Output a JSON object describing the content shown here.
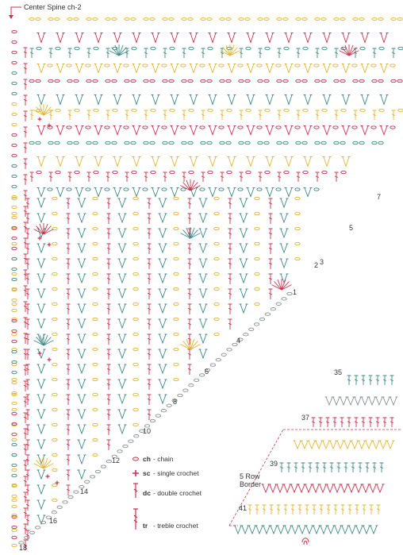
{
  "header": {
    "label": "Center Spine ch-2"
  },
  "colors": {
    "yellow": "#e2b534",
    "red": "#c8334d",
    "teal": "#3f8a86",
    "gray": "#8a9093",
    "accent": "#c8334d"
  },
  "row_numbers_main": [
    "1",
    "2",
    "3",
    "4",
    "5",
    "6",
    "7",
    "8",
    "10",
    "12",
    "14",
    "16",
    "18"
  ],
  "row_numbers_border": [
    "35",
    "37",
    "39",
    "41"
  ],
  "border_label": {
    "line1": "5 Row",
    "line2": "Border"
  },
  "legend": [
    {
      "abbr": "ch",
      "desc": "- chain",
      "symbol": "chain-symbol",
      "color": "#c8334d"
    },
    {
      "abbr": "sc",
      "desc": "- single crochet",
      "symbol": "single-crochet-symbol",
      "color": "#c8334d"
    },
    {
      "abbr": "dc",
      "desc": "- double crochet",
      "symbol": "double-crochet-symbol",
      "color": "#c8334d"
    },
    {
      "abbr": "tr",
      "desc": "- treble crochet",
      "symbol": "treble-crochet-symbol",
      "color": "#c8334d"
    }
  ]
}
